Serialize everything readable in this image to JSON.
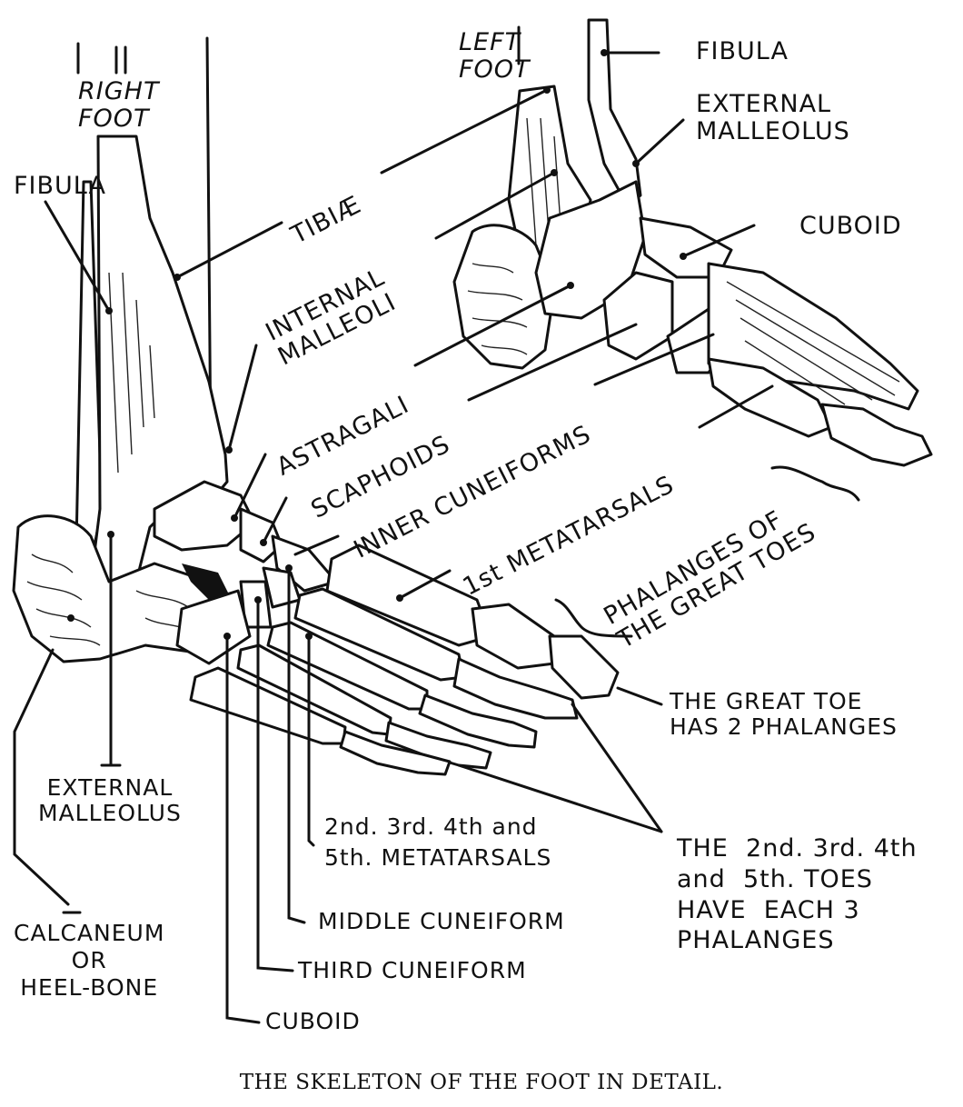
{
  "figure": {
    "caption": "THE SKELETON OF THE FOOT IN DETAIL.",
    "views": {
      "right_foot": "RIGHT\nFOOT",
      "left_foot": "LEFT\nFOOT"
    },
    "labels": {
      "fibula_right": "FIBULA",
      "tibiae": "TIBIÆ",
      "internal_malleoli": "INTERNAL\nMALLEOLI",
      "astragali": "ASTRAGALI",
      "scaphoids": "SCAPHOIDS",
      "inner_cuneiforms": "INNER CUNEIFORMS",
      "first_metatarsals": "1st METATARSALS",
      "phalanges_great_toes": "PHALANGES OF\nTHE GREAT TOES",
      "fibula_left": "FIBULA",
      "external_malleolus_left": "EXTERNAL\nMALLEOLUS",
      "cuboid_left": "CUBOID",
      "great_toe_note": "THE GREAT TOE\nHAS 2 PHALANGES",
      "other_toes_note": "THE  2nd. 3rd. 4th\nand  5th. TOES\nHAVE  EACH 3\nPHALANGES",
      "external_malleolus_right": "EXTERNAL\nMALLEOLUS",
      "calcaneum": "CALCANEUM\nOR\nHEEL-BONE",
      "metatarsals_2_5": "2nd. 3rd. 4th and\n5th. METATARSALS",
      "middle_cuneiform": "MIDDLE CUNEIFORM",
      "third_cuneiform": "THIRD CUNEIFORM",
      "cuboid_right": "CUBOID"
    }
  }
}
